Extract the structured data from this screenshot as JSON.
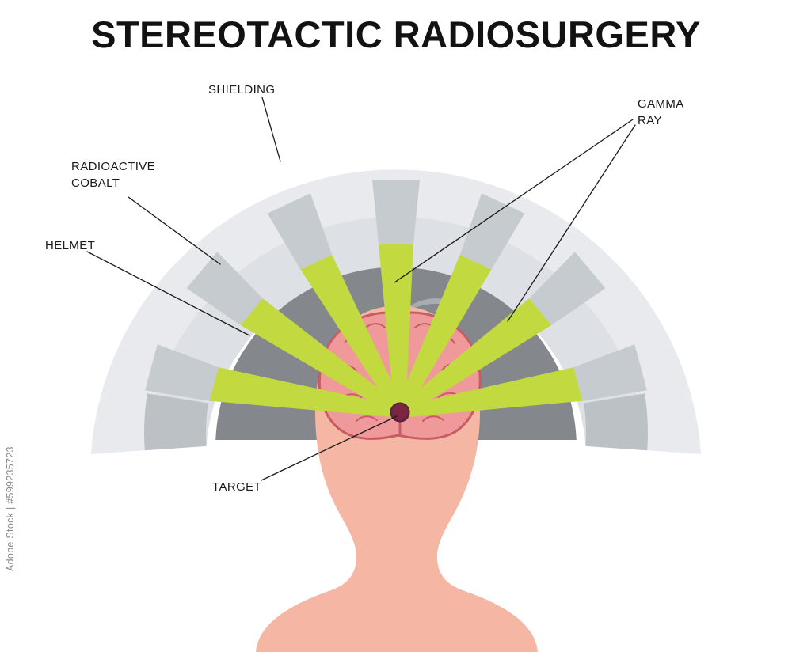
{
  "title": "STEREOTACTIC RADIOSURGERY",
  "labels": {
    "shielding": "SHIELDING",
    "radioactive_cobalt": [
      "RADIOACTIVE",
      "COBALT"
    ],
    "helmet": "HELMET",
    "gamma_ray": [
      "GAMMA",
      "RAY"
    ],
    "target": "TARGET"
  },
  "watermark": "Adobe Stock | #599235723",
  "colors": {
    "shield_outer": "#e8eaee",
    "shield_inner_band": "#dde1e5",
    "shield_end_cap": "#bcc1c6",
    "collimator": "#c6cbcf",
    "helmet_dome": "#84888d",
    "hair_wisp": "#a8adb2",
    "gamma_beam": "#c2d93f",
    "skin": "#f5b7a4",
    "brain": "#f0999b",
    "brain_outline": "#c75b66",
    "target_spot": "#7a2642",
    "target_rim": "#58203a",
    "label_text": "#1a1a1a"
  }
}
